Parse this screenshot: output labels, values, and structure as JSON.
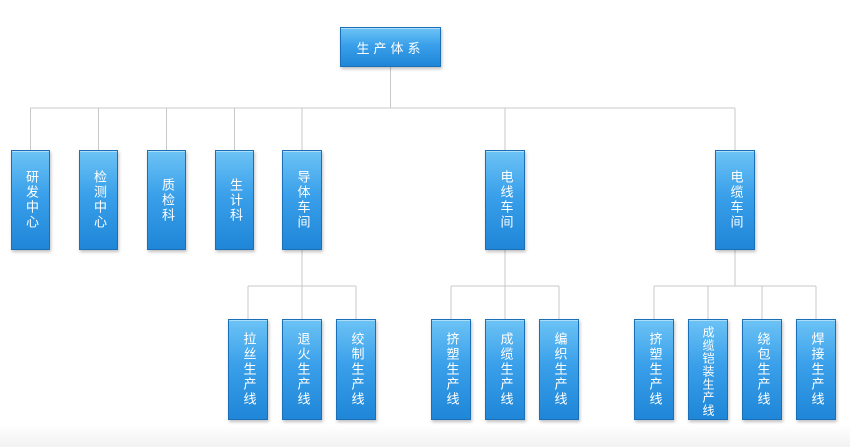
{
  "diagram": {
    "type": "org-chart",
    "line_color": "#c8c8c8",
    "box_gradient": [
      "#6cc3f5",
      "#1f86d8"
    ],
    "root": {
      "id": "root",
      "label": "生产体系"
    },
    "level1": [
      {
        "id": "rd",
        "label": "研发中心"
      },
      {
        "id": "inspect-center",
        "label": "检测中心"
      },
      {
        "id": "qc",
        "label": "质检科"
      },
      {
        "id": "planning",
        "label": "生计科"
      },
      {
        "id": "conductor",
        "label": "导体车间"
      },
      {
        "id": "wire",
        "label": "电线车间"
      },
      {
        "id": "cable",
        "label": "电缆车间"
      }
    ],
    "level2": [
      {
        "id": "drawing",
        "parent": "conductor",
        "label": "拉丝生产线"
      },
      {
        "id": "annealing",
        "parent": "conductor",
        "label": "退火生产线"
      },
      {
        "id": "stranding",
        "parent": "conductor",
        "label": "绞制生产线"
      },
      {
        "id": "wire-extrusion",
        "parent": "wire",
        "label": "挤塑生产线"
      },
      {
        "id": "wire-cabling",
        "parent": "wire",
        "label": "成缆生产线"
      },
      {
        "id": "braiding",
        "parent": "wire",
        "label": "编织生产线"
      },
      {
        "id": "cable-extrusion",
        "parent": "cable",
        "label": "挤塑生产线"
      },
      {
        "id": "armoring",
        "parent": "cable",
        "label": "成缆铠装生产线"
      },
      {
        "id": "wrapping",
        "parent": "cable",
        "label": "绕包生产线"
      },
      {
        "id": "welding",
        "parent": "cable",
        "label": "焊接生产线"
      }
    ]
  }
}
